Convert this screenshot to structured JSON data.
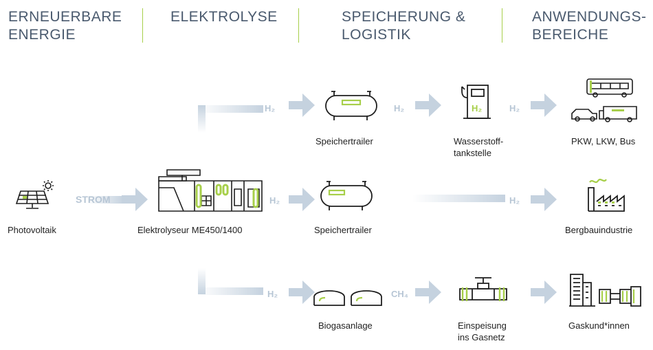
{
  "columns": {
    "c1": "ERNEUERBARE\nENERGIE",
    "c2": "ELEKTROLYSE",
    "c3": "SPEICHERUNG &\nLOGISTIK",
    "c4": "ANWENDUNGS-\nBEREICHE"
  },
  "nodes": {
    "photovoltaik": "Photovoltaik",
    "elektrolyseur": "Elektrolyseur ME450/1400",
    "speichertrailer_top": "Speichertrailer",
    "speichertrailer_mid": "Speichertrailer",
    "biogasanlage": "Biogasanlage",
    "tankstelle": "Wasserstoff-\ntankstelle",
    "einspeisung": "Einspeisung\nins Gasnetz",
    "pkw": "PKW, LKW, Bus",
    "bergbau": "Bergbauindustrie",
    "gaskunden": "Gaskund*innen"
  },
  "flows": {
    "strom": "STROM",
    "h2": "H₂",
    "ch4": "CH₄",
    "pump_h2": "H₂"
  },
  "colors": {
    "accent": "#a7cf4a",
    "arrow": "#c5d2df",
    "heading": "#4a5a6e",
    "icon": "#1e1e1e"
  }
}
